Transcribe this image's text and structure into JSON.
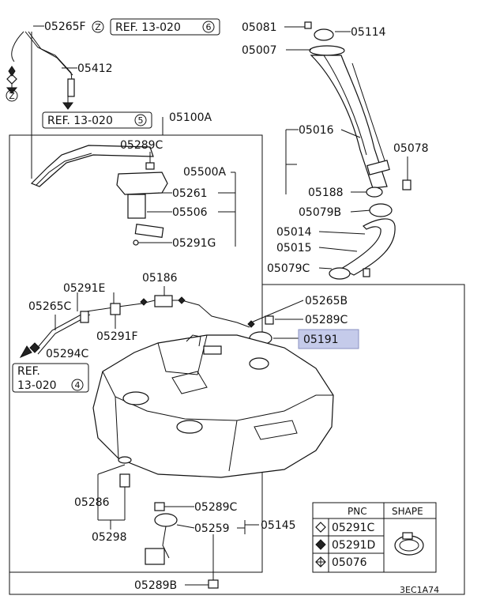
{
  "labels": {
    "p05265F": "05265F",
    "ref1": "REF. 13-020",
    "ref1_num": "6",
    "p05412": "05412",
    "ref2": "REF. 13-020",
    "ref2_num": "5",
    "p05100A": "05100A",
    "p05289C_a": "05289C",
    "p05500A": "05500A",
    "p05261": "05261",
    "p05506": "05506",
    "p05291G": "05291G",
    "p05081": "05081",
    "p05114": "05114",
    "p05007": "05007",
    "p05016": "05016",
    "p05078": "05078",
    "p05188": "05188",
    "p05079B": "05079B",
    "p05014": "05014",
    "p05015": "05015",
    "p05079C": "05079C",
    "p05291E": "05291E",
    "p05186": "05186",
    "p05265C": "05265C",
    "p05291F": "05291F",
    "p05294C": "05294C",
    "ref3_line1": "REF.",
    "ref3_line2": "13-020",
    "ref3_num": "4",
    "p05265B": "05265B",
    "p05289C_b": "05289C",
    "p05191": "05191",
    "p05286": "05286",
    "p05298": "05298",
    "p05289C_c": "05289C",
    "p05259": "05259",
    "p05145": "05145",
    "p05289B": "05289B",
    "z": "Z",
    "diagram_code": "3EC1A74"
  },
  "legend": {
    "header_pnc": "PNC",
    "header_shape": "SHAPE",
    "rows": [
      "05291C",
      "05291D",
      "05076"
    ]
  },
  "highlight_color": "#c5cbea"
}
